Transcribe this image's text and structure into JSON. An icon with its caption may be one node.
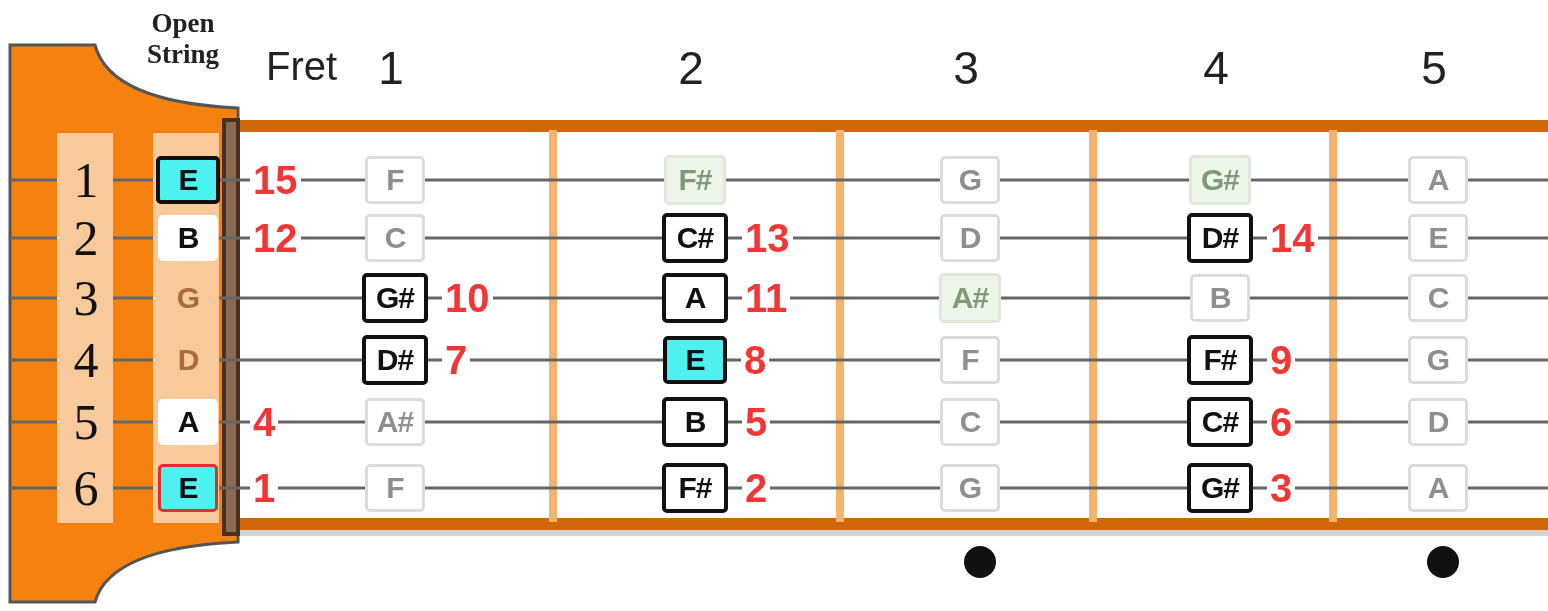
{
  "diagram": {
    "nodes": [
      {
        "text": [
          "E"
        ],
        "beside": [
          "15"
        ]
      },
      {
        "text": [
          "F"
        ]
      },
      {
        "text": [
          "F#"
        ]
      },
      {
        "text": [
          "G"
        ]
      },
      {
        "text": [
          "G#"
        ]
      },
      {
        "text": [
          "A"
        ]
      },
      {
        "text": [
          "B"
        ],
        "beside": [
          "12"
        ]
      },
      {
        "text": [
          "C"
        ]
      },
      {
        "text": [
          "C#"
        ],
        "beside": [
          "13"
        ]
      },
      {
        "text": [
          "D"
        ]
      },
      {
        "text": [
          "D#"
        ],
        "beside": [
          "14"
        ]
      },
      {
        "text": [
          "E"
        ]
      },
      {
        "text": [
          "G"
        ]
      },
      {
        "text": [
          "G#"
        ],
        "beside": [
          "10"
        ]
      },
      {
        "text": [
          "A"
        ],
        "beside": [
          "11"
        ]
      },
      {
        "text": [
          "A#"
        ]
      },
      {
        "text": [
          "B"
        ]
      },
      {
        "text": [
          "C"
        ]
      },
      {
        "text": [
          "D"
        ]
      },
      {
        "text": [
          "D#"
        ],
        "beside": [
          "7"
        ]
      },
      {
        "text": [
          "E"
        ],
        "beside": [
          "8"
        ]
      },
      {
        "text": [
          "F"
        ]
      },
      {
        "text": [
          "F#"
        ],
        "beside": [
          "9"
        ]
      },
      {
        "text": [
          "G"
        ]
      },
      {
        "text": [
          "A"
        ],
        "beside": [
          "4"
        ]
      },
      {
        "text": [
          "A#"
        ]
      },
      {
        "text": [
          "B"
        ],
        "beside": [
          "5"
        ]
      },
      {
        "text": [
          "C"
        ]
      },
      {
        "text": [
          "C#"
        ],
        "beside": [
          "6"
        ]
      },
      {
        "text": [
          "D"
        ]
      },
      {
        "text": [
          "E"
        ],
        "beside": [
          "1"
        ]
      },
      {
        "text": [
          "F"
        ]
      },
      {
        "text": [
          "F#"
        ],
        "beside": [
          "2"
        ]
      },
      {
        "text": [
          "G"
        ]
      },
      {
        "text": [
          "G#"
        ],
        "beside": [
          "3"
        ]
      },
      {
        "text": [
          "A"
        ]
      }
    ],
    "labels": [
      "Open String",
      "Fret",
      "1",
      "2",
      "3",
      "4",
      "5",
      "1",
      "2",
      "3",
      "4",
      "5",
      "6"
    ]
  }
}
